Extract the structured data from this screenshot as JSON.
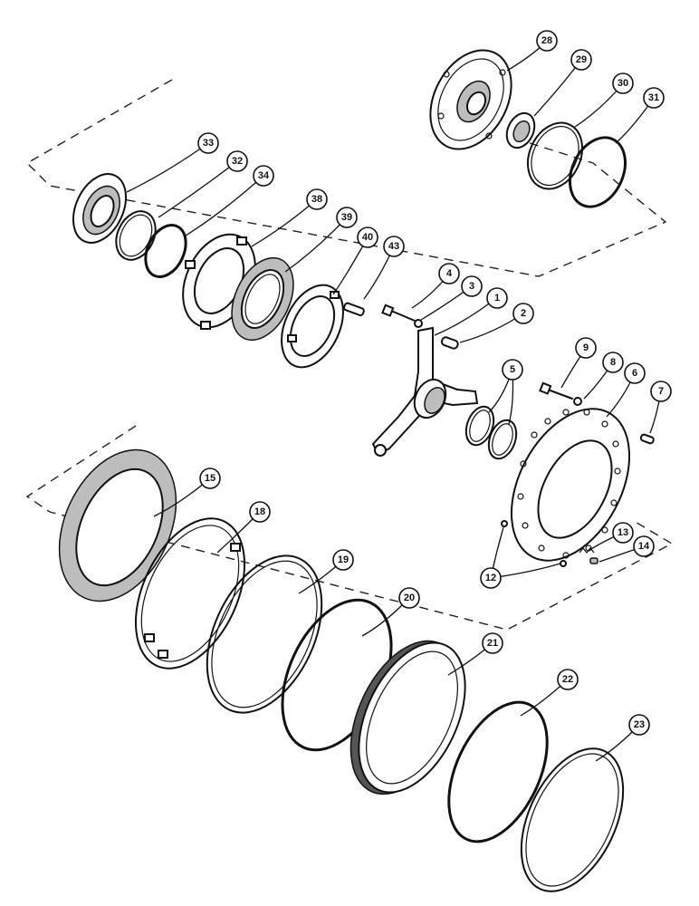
{
  "diagram": {
    "callouts": [
      {
        "id": "c1",
        "label": "1"
      },
      {
        "id": "c2",
        "label": "2"
      },
      {
        "id": "c3",
        "label": "3"
      },
      {
        "id": "c4",
        "label": "4"
      },
      {
        "id": "c5",
        "label": "5"
      },
      {
        "id": "c6",
        "label": "6"
      },
      {
        "id": "c7",
        "label": "7"
      },
      {
        "id": "c8",
        "label": "8"
      },
      {
        "id": "c9",
        "label": "9"
      },
      {
        "id": "c12",
        "label": "12"
      },
      {
        "id": "c13",
        "label": "13"
      },
      {
        "id": "c14",
        "label": "14"
      },
      {
        "id": "c15",
        "label": "15"
      },
      {
        "id": "c18",
        "label": "18"
      },
      {
        "id": "c19",
        "label": "19"
      },
      {
        "id": "c20",
        "label": "20"
      },
      {
        "id": "c21",
        "label": "21"
      },
      {
        "id": "c22",
        "label": "22"
      },
      {
        "id": "c23",
        "label": "23"
      },
      {
        "id": "c28",
        "label": "28"
      },
      {
        "id": "c29",
        "label": "29"
      },
      {
        "id": "c30",
        "label": "30"
      },
      {
        "id": "c31",
        "label": "31"
      },
      {
        "id": "c32",
        "label": "32"
      },
      {
        "id": "c33",
        "label": "33"
      },
      {
        "id": "c34",
        "label": "34"
      },
      {
        "id": "c38",
        "label": "38"
      },
      {
        "id": "c39",
        "label": "39"
      },
      {
        "id": "c40",
        "label": "40"
      },
      {
        "id": "c43",
        "label": "43"
      }
    ],
    "colors": {
      "ink": "#111111",
      "background": "#ffffff",
      "shading": "#bdbdbd"
    }
  }
}
